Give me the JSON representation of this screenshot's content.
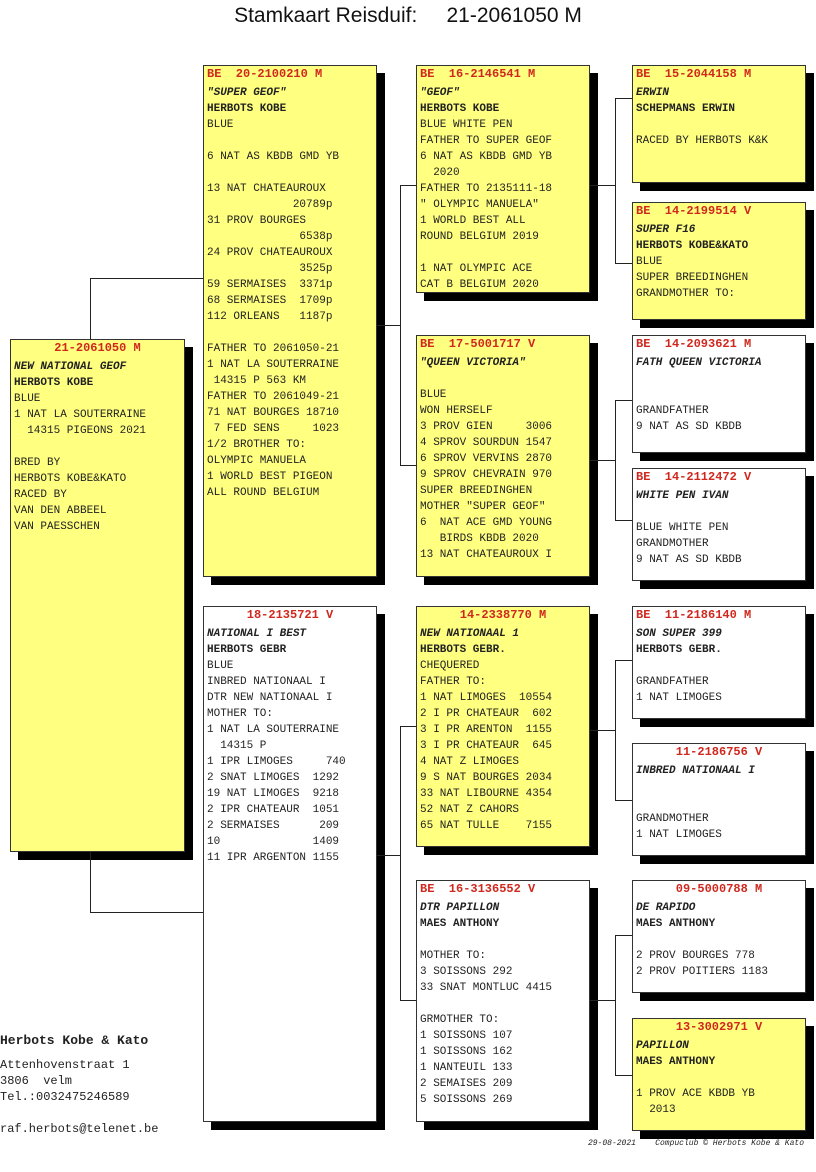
{
  "title": "Stamkaart Reisduif:     21-2061050 M",
  "boxes": {
    "subject": {
      "ring": "21-2061050 M",
      "center": true,
      "color": "yellow",
      "lines": [
        "NEW NATIONAL GEOF",
        "HERBOTS KOBE",
        "BLUE",
        "1 NAT LA SOUTERRAINE",
        "  14315 PIGEONS 2021",
        "",
        "BRED BY",
        "HERBOTS KOBE&KATO",
        "RACED BY",
        "VAN DEN ABBEEL",
        "VAN PAESSCHEN"
      ]
    },
    "sire": {
      "ring": "BE  20-2100210 M",
      "center": false,
      "color": "yellow",
      "lines": [
        "\"SUPER GEOF\"",
        "HERBOTS KOBE",
        "BLUE",
        "",
        "6 NAT AS KBDB GMD YB",
        "",
        "13 NAT CHATEAUROUX",
        "             20789p",
        "31 PROV BOURGES",
        "              6538p",
        "24 PROV CHATEAUROUX",
        "              3525p",
        "59 SERMAISES  3371p",
        "68 SERMAISES  1709p",
        "112 ORLEANS   1187p",
        "",
        "FATHER TO 2061050-21",
        "1 NAT LA SOUTERRAINE",
        " 14315 P 563 KM",
        "FATHER TO 2061049-21",
        "71 NAT BOURGES 18710",
        " 7 FED SENS     1023",
        "1/2 BROTHER TO:",
        "OLYMPIC MANUELA",
        "1 WORLD BEST PIGEON",
        "ALL ROUND BELGIUM"
      ]
    },
    "dam": {
      "ring": "18-2135721 V",
      "center": true,
      "color": "white",
      "lines": [
        "NATIONAL I BEST",
        "HERBOTS GEBR",
        "BLUE",
        "INBRED NATIONAAL I",
        "DTR NEW NATIONAAL I",
        "MOTHER TO:",
        "1 NAT LA SOUTERRAINE",
        "  14315 P",
        "1 IPR LIMOGES     740",
        "2 SNAT LIMOGES  1292",
        "19 NAT LIMOGES  9218",
        "2 IPR CHATEAUR  1051",
        "2 SERMAISES      209",
        "10              1409",
        "11 IPR ARGENTON 1155"
      ]
    },
    "ss": {
      "ring": "BE  16-2146541 M",
      "center": false,
      "color": "yellow",
      "lines": [
        "\"GEOF\"",
        "HERBOTS KOBE",
        "BLUE WHITE PEN",
        "FATHER TO SUPER GEOF",
        "6 NAT AS KBDB GMD YB",
        "  2020",
        "FATHER TO 2135111-18",
        "\" OLYMPIC MANUELA\"",
        "1 WORLD BEST ALL",
        "ROUND BELGIUM 2019",
        "",
        "1 NAT OLYMPIC ACE",
        "CAT B BELGIUM 2020"
      ]
    },
    "sd": {
      "ring": "BE  17-5001717 V",
      "center": false,
      "color": "yellow",
      "lines": [
        "\"QUEEN VICTORIA\"",
        "",
        "BLUE",
        "WON HERSELF",
        "3 PROV GIEN     3006",
        "4 SPROV SOURDUN 1547",
        "6 SPROV VERVINS 2870",
        "9 SPROV CHEVRAIN 970",
        "SUPER BREEDINGHEN",
        "MOTHER \"SUPER GEOF\"",
        "6  NAT ACE GMD YOUNG",
        "   BIRDS KBDB 2020",
        "13 NAT CHATEAUROUX I"
      ]
    },
    "ds": {
      "ring": "14-2338770 M",
      "center": true,
      "color": "yellow",
      "lines": [
        "NEW NATIONAAL 1",
        "HERBOTS GEBR.",
        "CHEQUERED",
        "FATHER TO:",
        "1 NAT LIMOGES  10554",
        "2 I PR CHATEAUR  602",
        "3 I PR ARENTON  1155",
        "3 I PR CHATEAUR  645",
        "4 NAT Z LIMOGES",
        "9 S NAT BOURGES 2034",
        "33 NAT LIBOURNE 4354",
        "52 NAT Z CAHORS",
        "65 NAT TULLE    7155"
      ]
    },
    "dd": {
      "ring": "BE  16-3136552 V",
      "center": false,
      "color": "white",
      "lines": [
        "DTR PAPILLON",
        "MAES ANTHONY",
        "",
        "MOTHER TO:",
        "3 SOISSONS 292",
        "33 SNAT MONTLUC 4415",
        "",
        "GRMOTHER TO:",
        "1 SOISSONS 107",
        "1 SOISSONS 162",
        "1 NANTEUIL 133",
        "2 SEMAISES 209",
        "5 SOISSONS 269"
      ]
    },
    "sss": {
      "ring": "BE  15-2044158 M",
      "center": false,
      "color": "yellow",
      "lines": [
        "ERWIN",
        "SCHEPMANS ERWIN",
        "",
        "RACED BY HERBOTS K&K"
      ]
    },
    "ssd": {
      "ring": "BE  14-2199514 V",
      "center": false,
      "color": "yellow",
      "lines": [
        "SUPER F16",
        "HERBOTS KOBE&KATO",
        "BLUE",
        "SUPER BREEDINGHEN",
        "GRANDMOTHER TO:"
      ]
    },
    "sds": {
      "ring": "BE  14-2093621 M",
      "center": false,
      "color": "white",
      "lines": [
        "FATH QUEEN VICTORIA",
        "",
        "",
        "GRANDFATHER",
        "9 NAT AS SD KBDB"
      ]
    },
    "sdd": {
      "ring": "BE  14-2112472 V",
      "center": false,
      "color": "white",
      "lines": [
        "WHITE PEN IVAN",
        "",
        "BLUE WHITE PEN",
        "GRANDMOTHER",
        "9 NAT AS SD KBDB"
      ]
    },
    "dss": {
      "ring": "BE  11-2186140 M",
      "center": false,
      "color": "white",
      "lines": [
        "SON SUPER 399",
        "HERBOTS GEBR.",
        "",
        "GRANDFATHER",
        "1 NAT LIMOGES"
      ]
    },
    "dsd": {
      "ring": "11-2186756 V",
      "center": true,
      "color": "white",
      "lines": [
        "INBRED NATIONAAL I",
        "",
        "",
        "GRANDMOTHER",
        "1 NAT LIMOGES"
      ]
    },
    "dds": {
      "ring": "09-5000788 M",
      "center": true,
      "color": "white",
      "lines": [
        "DE RAPIDO",
        "MAES ANTHONY",
        "",
        "2 PROV BOURGES 778",
        "2 PROV POITIERS 1183"
      ]
    },
    "ddd": {
      "ring": "13-3002971 V",
      "center": true,
      "color": "yellow",
      "lines": [
        "PAPILLON",
        "MAES ANTHONY",
        "",
        "1 PROV ACE KBDB YB",
        "  2013"
      ]
    }
  },
  "breeder": {
    "name": "Herbots Kobe & Kato",
    "street": "Attenhovenstraat 1",
    "city": "3806  velm",
    "phone": "Tel.:0032475246589",
    "email": "raf.herbots@telenet.be"
  },
  "footer": "29-08-2021    Compuclub © Herbots Kobe & Kato"
}
